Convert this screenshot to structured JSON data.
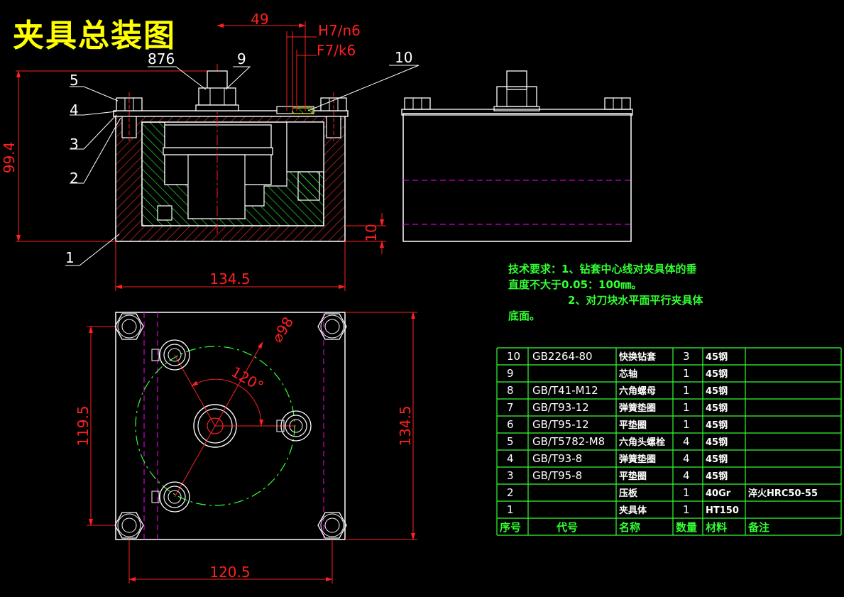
{
  "title": "夹具总装图",
  "tech_requirements": {
    "line1": "技术要求：1、钻套中心线对夹具体的垂",
    "line2": "直度不大于0.05：100㎜。",
    "line3": "2、对刀块水平面平行夹具体",
    "line4": "底面。"
  },
  "dimensions": {
    "d49": "49",
    "fit_h7n6": "H7/n6",
    "fit_f7k6": "F7/k6",
    "d99_4": "99.4",
    "d10": "10",
    "d134_5_front": "134.5",
    "d119_5": "119.5",
    "d134_5_side": "134.5",
    "d120_5": "120.5",
    "d98": "⌀98",
    "ang120": "120°"
  },
  "leaders": {
    "l876": "876",
    "l9": "9",
    "l10": "10",
    "l5": "5",
    "l4": "4",
    "l3": "3",
    "l2": "2",
    "l1": "1"
  },
  "bom": {
    "header": {
      "no": "序号",
      "code": "代号",
      "name": "名称",
      "qty": "数量",
      "material": "材料",
      "remark": "备注"
    },
    "rows": [
      {
        "no": "10",
        "code": "GB2264-80",
        "name": "快换钻套",
        "qty": "3",
        "material": "45钢",
        "remark": ""
      },
      {
        "no": "9",
        "code": "",
        "name": "芯轴",
        "qty": "1",
        "material": "45钢",
        "remark": ""
      },
      {
        "no": "8",
        "code": "GB/T41-M12",
        "name": "六角螺母",
        "qty": "1",
        "material": "45钢",
        "remark": ""
      },
      {
        "no": "7",
        "code": "GB/T93-12",
        "name": "弹簧垫圈",
        "qty": "1",
        "material": "45钢",
        "remark": ""
      },
      {
        "no": "6",
        "code": "GB/T95-12",
        "name": "平垫圈",
        "qty": "1",
        "material": "45钢",
        "remark": ""
      },
      {
        "no": "5",
        "code": "GB/T5782-M8",
        "name": "六角头螺栓",
        "qty": "4",
        "material": "45钢",
        "remark": ""
      },
      {
        "no": "4",
        "code": "GB/T93-8",
        "name": "弹簧垫圈",
        "qty": "4",
        "material": "45钢",
        "remark": ""
      },
      {
        "no": "3",
        "code": "GB/T95-8",
        "name": "平垫圈",
        "qty": "4",
        "material": "45钢",
        "remark": ""
      },
      {
        "no": "2",
        "code": "",
        "name": "压板",
        "qty": "1",
        "material": "40Gr",
        "remark": "淬火HRC50-55"
      },
      {
        "no": "1",
        "code": "",
        "name": "夹具体",
        "qty": "1",
        "material": "HT150",
        "remark": ""
      }
    ]
  },
  "colors": {
    "background": "#000000",
    "outline": "#ffffff",
    "dimension": "#ff2020",
    "hatch_body": "#ff3030",
    "hatch_part": "#33ff33",
    "hidden_line": "#ff00ff",
    "title": "#ffff00",
    "table": "#33ff33"
  }
}
